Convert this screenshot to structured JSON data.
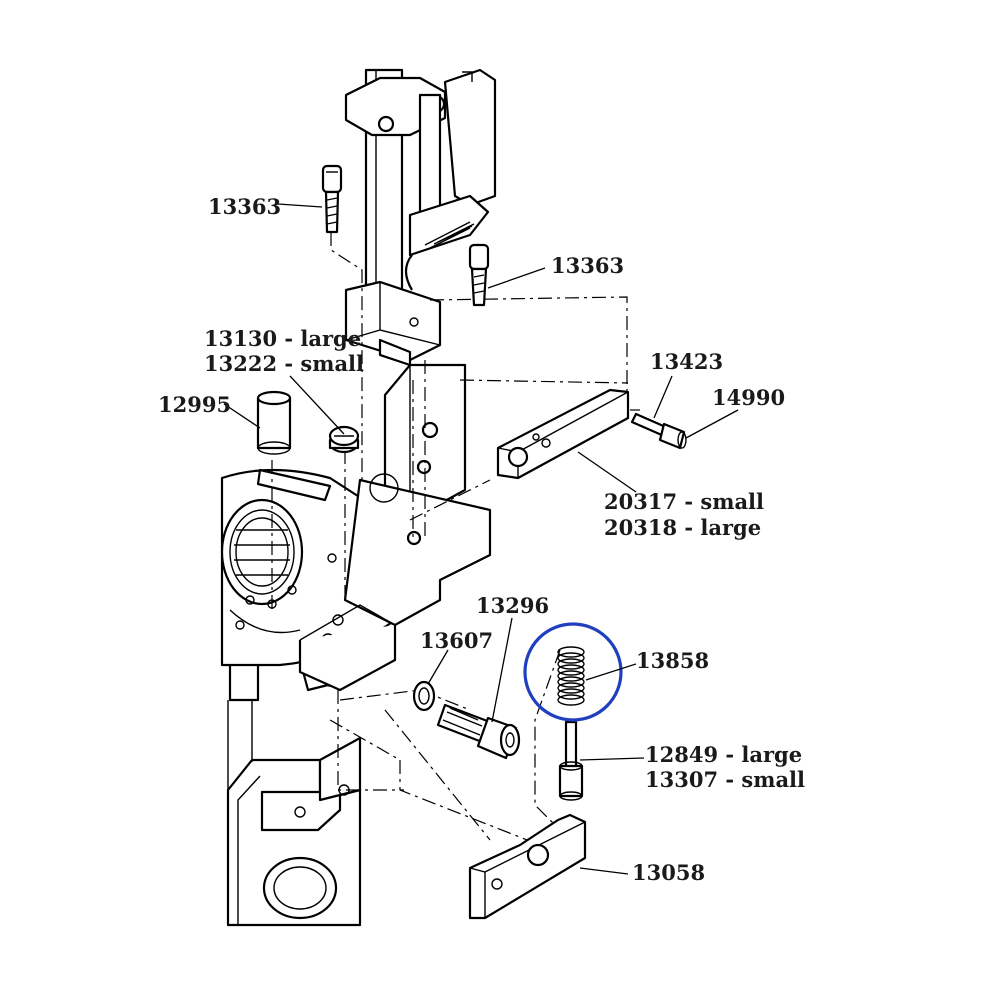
{
  "diagram": {
    "highlight_color": "#1f3fbf",
    "highlighted_part": "13858",
    "labels": {
      "screw_left": "13363",
      "screw_right": "13363",
      "retainer_line1": "13130 - large",
      "retainer_line2": "13222 - small",
      "pin": "12995",
      "bolt": "13423",
      "washer": "14990",
      "plate_line1": "20317 - small",
      "plate_line2": "20318 - large",
      "stud": "13296",
      "clip": "13607",
      "spring": "13858",
      "plunger_line1": "12849 - large",
      "plunger_line2": "13307 - small",
      "bracket": "13058"
    }
  }
}
